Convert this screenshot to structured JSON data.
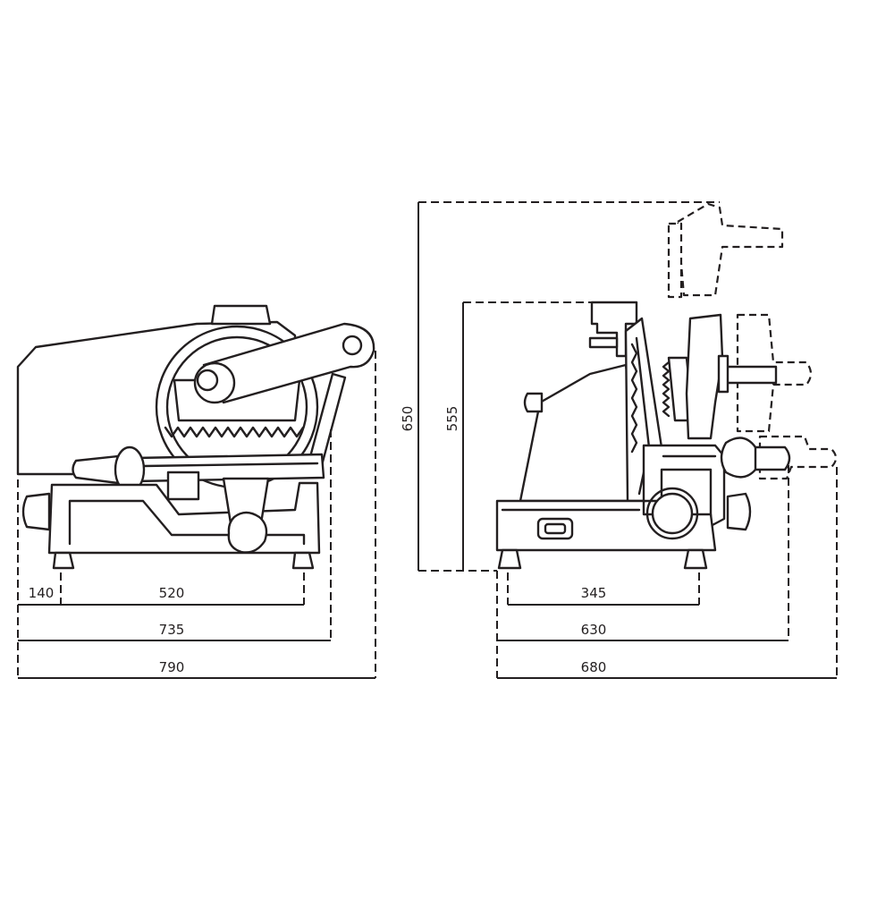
{
  "drawing": {
    "front_view": {
      "dimensions": {
        "d140": "140",
        "d520": "520",
        "d735": "735",
        "d790": "790"
      }
    },
    "side_view": {
      "dimensions": {
        "d345": "345",
        "d630": "630",
        "d680": "680",
        "h555": "555",
        "h650": "650"
      }
    },
    "line_color": "#231f20",
    "background": "#ffffff"
  }
}
